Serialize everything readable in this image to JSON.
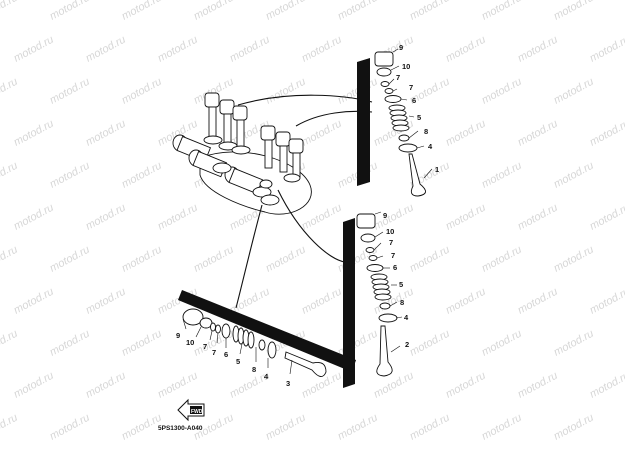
{
  "watermark": "motod.ru",
  "diagram_code": "5PS1300-A040",
  "fwd_label": "FWD",
  "group_a": {
    "labels": [
      "9",
      "10",
      "7",
      "7",
      "6",
      "5",
      "8",
      "4",
      "1"
    ]
  },
  "group_b": {
    "labels": [
      "9",
      "10",
      "7",
      "7",
      "6",
      "5",
      "8",
      "4",
      "2"
    ]
  },
  "group_c": {
    "labels": [
      "9",
      "10",
      "7",
      "7",
      "6",
      "5",
      "8",
      "4",
      "3"
    ]
  }
}
